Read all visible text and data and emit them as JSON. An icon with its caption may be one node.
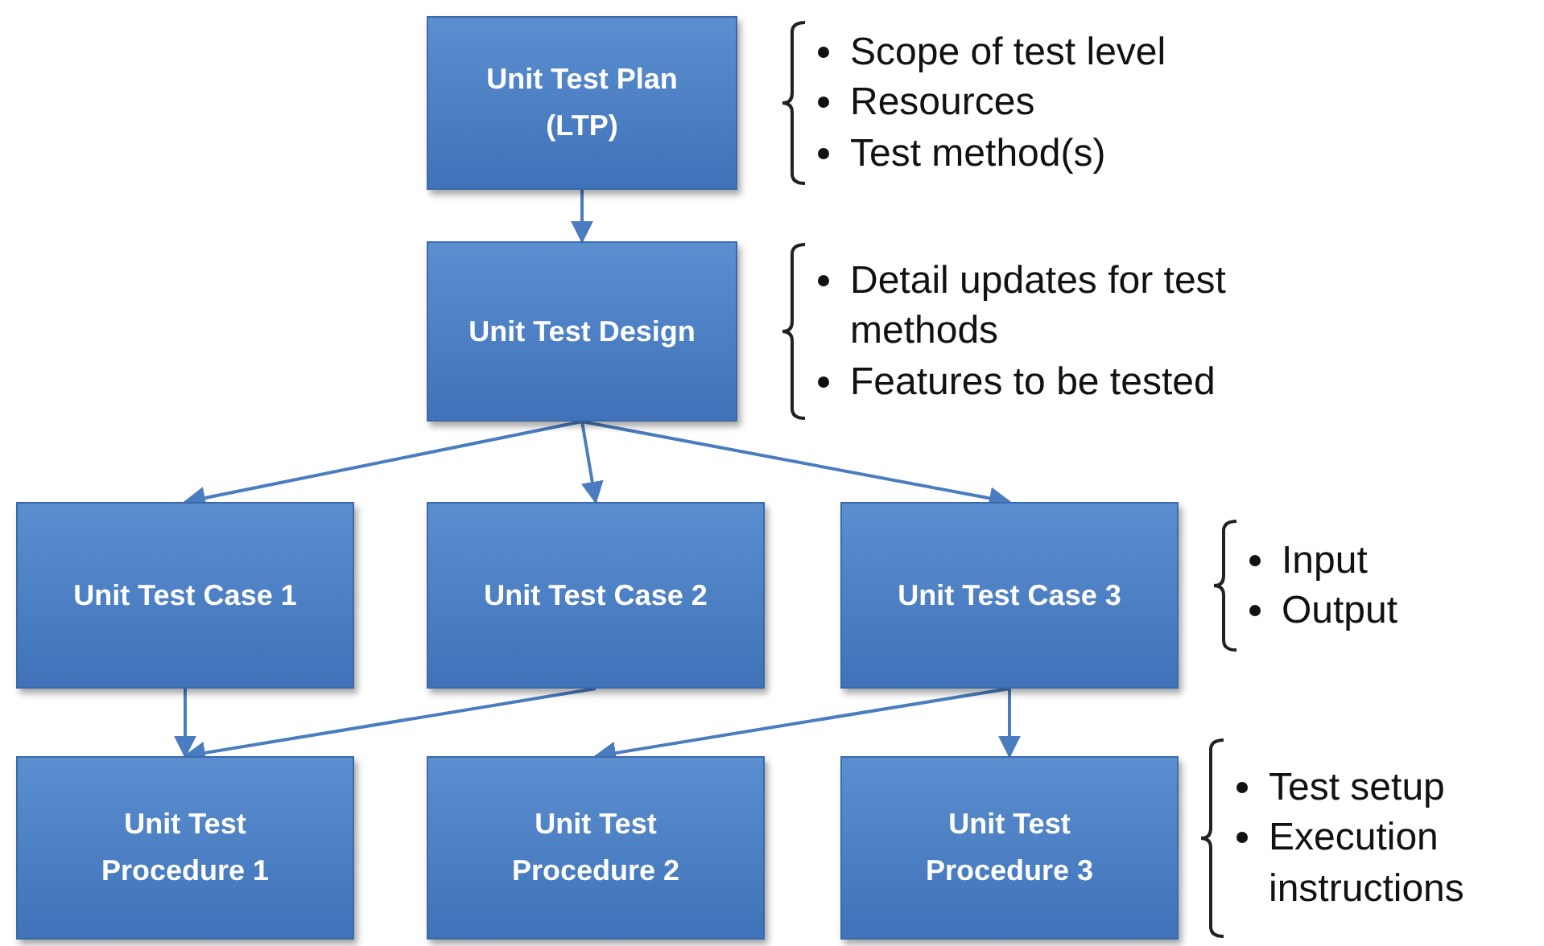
{
  "diagram": {
    "nodes": [
      {
        "text": [
          "Unit Test Plan (LTP)"
        ],
        "beside": [
          "Scope of test level",
          "Resources",
          "Test method(s)"
        ]
      },
      {
        "text": [
          "Unit Test Design"
        ],
        "beside": [
          "Detail updates for test methods",
          "Features to be tested"
        ]
      },
      {
        "text": [
          "Unit Test Case 1"
        ]
      },
      {
        "text": [
          "Unit Test Case 2"
        ]
      },
      {
        "text": [
          "Unit Test Case 3"
        ],
        "beside": [
          "Input",
          "Output"
        ]
      },
      {
        "text": [
          "Unit Test Procedure 1"
        ]
      },
      {
        "text": [
          "Unit Test Procedure 2"
        ]
      },
      {
        "text": [
          "Unit Test Procedure 3"
        ],
        "beside": [
          "Test setup",
          "Execution instructions"
        ]
      }
    ],
    "edges": [
      {
        "from": 0,
        "to": 1,
        "arrow": "to"
      },
      {
        "from": 1,
        "to": 2,
        "arrow": "to"
      },
      {
        "from": 1,
        "to": 3,
        "arrow": "to"
      },
      {
        "from": 1,
        "to": 4,
        "arrow": "to"
      },
      {
        "from": 2,
        "to": 5,
        "arrow": "to"
      },
      {
        "from": 3,
        "to": 5,
        "arrow": "to"
      },
      {
        "from": 4,
        "to": 6,
        "arrow": "to"
      },
      {
        "from": 4,
        "to": 7,
        "arrow": "to"
      }
    ]
  }
}
